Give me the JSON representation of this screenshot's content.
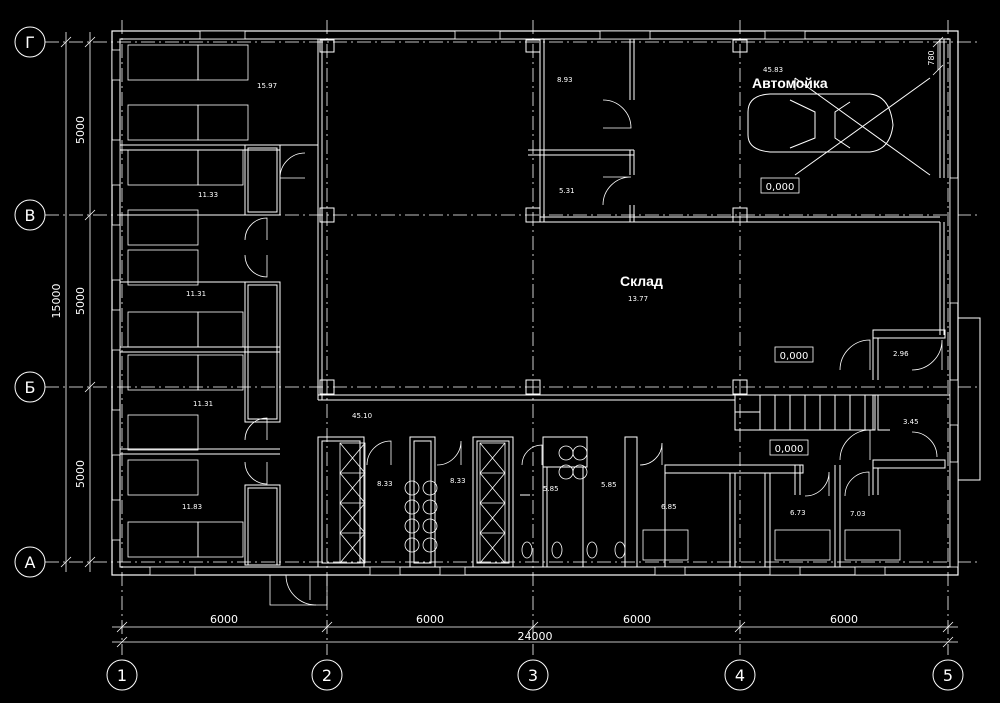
{
  "axes": {
    "columns": [
      "1",
      "2",
      "3",
      "4",
      "5"
    ],
    "rows": [
      "Г",
      "В",
      "Б",
      "А"
    ]
  },
  "dimensions": {
    "bays": [
      "6000",
      "6000",
      "6000",
      "6000"
    ],
    "overall": "24000",
    "spans": [
      "5000",
      "5000",
      "5000"
    ],
    "overall_vertical": "15000",
    "top_right": "780"
  },
  "rooms": {
    "car_wash_name": "Автомойка",
    "car_wash_area": "45.83",
    "warehouse_name": "Склад",
    "warehouse_area": "13.77",
    "dorm_1": "15.97",
    "dorm_2": "11.33",
    "dorm_3": "11.31",
    "dorm_4": "11.31",
    "dorm_5": "11.83",
    "corridor": "45.10",
    "room_893": "8.93",
    "room_531": "5.31",
    "shower_1": "8.33",
    "shower_2": "8.33",
    "wc_1": "5.85",
    "wc_2": "5.85",
    "room_685": "6.85",
    "room_673": "6.73",
    "room_703": "7.03",
    "room_296": "2.96",
    "room_345": "3.45"
  },
  "levels": [
    "0,000",
    "0,000",
    "0,000"
  ]
}
